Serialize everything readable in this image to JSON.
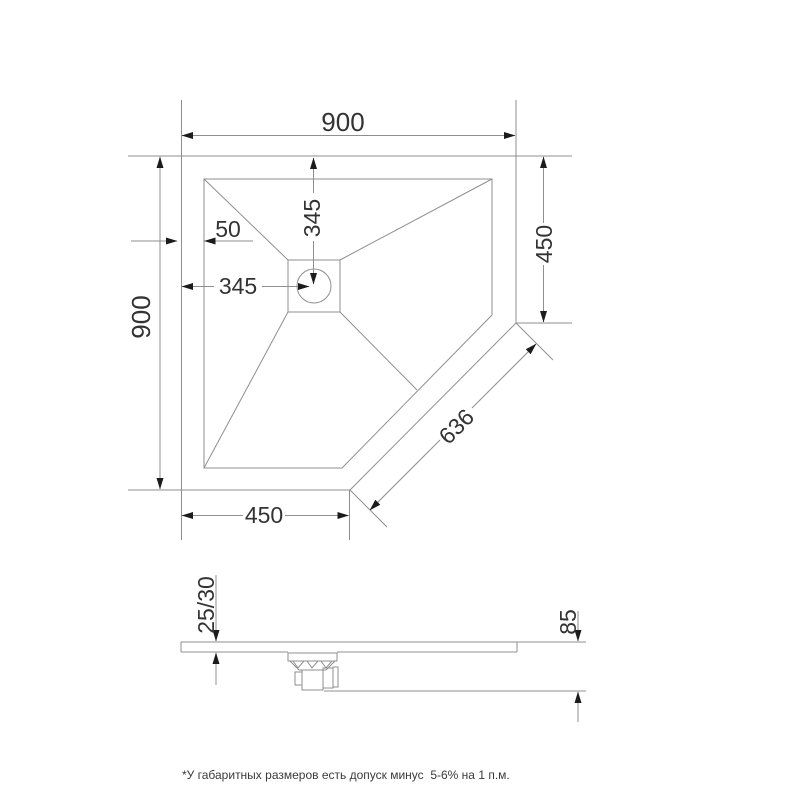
{
  "colors": {
    "line": "#8f8f8f",
    "text": "#333333",
    "arrow": "#1c1c1c",
    "background": "#ffffff"
  },
  "dims": {
    "top_width": "900",
    "left_height": "900",
    "right_side": "450",
    "bottom_side": "450",
    "diagonal": "636",
    "drain_from_left": "345",
    "drain_from_top": "345",
    "wall_offset": "50",
    "tray_thickness": "25/30",
    "height_with_drain": "85"
  },
  "note": "*У габаритных размеров есть допуск минус  5-6% на 1 п.м."
}
